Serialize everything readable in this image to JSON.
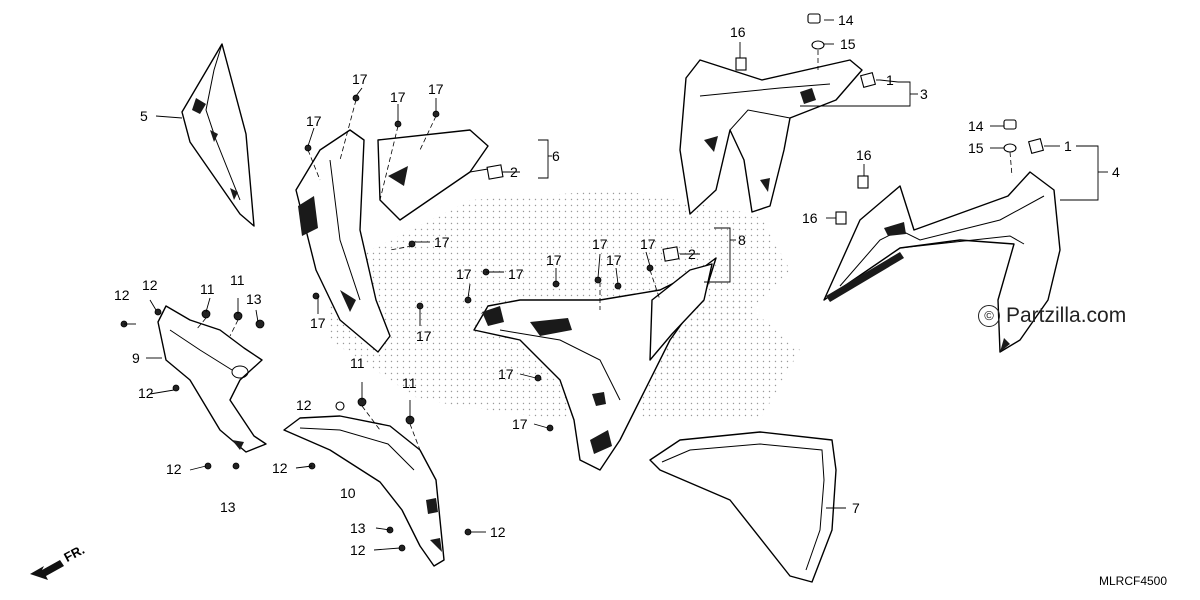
{
  "watermark": "Partzilla.com",
  "copyright_symbol": "©",
  "diagram_code": "MLRCF4500",
  "front_indicator": "FR.",
  "callouts": [
    {
      "id": "c5",
      "text": "5"
    },
    {
      "id": "c17a",
      "text": "17"
    },
    {
      "id": "c17b",
      "text": "17"
    },
    {
      "id": "c17c",
      "text": "17"
    },
    {
      "id": "c17d",
      "text": "17"
    },
    {
      "id": "c6",
      "text": "6"
    },
    {
      "id": "c2a",
      "text": "2"
    },
    {
      "id": "c17e",
      "text": "17"
    },
    {
      "id": "c17f",
      "text": "17"
    },
    {
      "id": "c17g",
      "text": "17"
    },
    {
      "id": "c16a",
      "text": "16"
    },
    {
      "id": "c14a",
      "text": "14"
    },
    {
      "id": "c15a",
      "text": "15"
    },
    {
      "id": "c1a",
      "text": "1"
    },
    {
      "id": "c3",
      "text": "3"
    },
    {
      "id": "c14b",
      "text": "14"
    },
    {
      "id": "c1b",
      "text": "1"
    },
    {
      "id": "c15b",
      "text": "15"
    },
    {
      "id": "c4",
      "text": "4"
    },
    {
      "id": "c16b",
      "text": "16"
    },
    {
      "id": "c16c",
      "text": "16"
    },
    {
      "id": "c17h",
      "text": "17"
    },
    {
      "id": "c17i",
      "text": "17"
    },
    {
      "id": "c17j",
      "text": "17"
    },
    {
      "id": "c17k",
      "text": "17"
    },
    {
      "id": "c17l",
      "text": "17"
    },
    {
      "id": "c17m",
      "text": "17"
    },
    {
      "id": "c2b",
      "text": "2"
    },
    {
      "id": "c8",
      "text": "8"
    },
    {
      "id": "c17n",
      "text": "17"
    },
    {
      "id": "c17o",
      "text": "17"
    },
    {
      "id": "c12a",
      "text": "12"
    },
    {
      "id": "c12b",
      "text": "12"
    },
    {
      "id": "c11a",
      "text": "11"
    },
    {
      "id": "c11b",
      "text": "11"
    },
    {
      "id": "c13a",
      "text": "13"
    },
    {
      "id": "c9",
      "text": "9"
    },
    {
      "id": "c12c",
      "text": "12"
    },
    {
      "id": "c11c",
      "text": "11"
    },
    {
      "id": "c11d",
      "text": "11"
    },
    {
      "id": "c12d",
      "text": "12"
    },
    {
      "id": "c12e",
      "text": "12"
    },
    {
      "id": "c12f",
      "text": "12"
    },
    {
      "id": "c13b",
      "text": "13"
    },
    {
      "id": "c10",
      "text": "10"
    },
    {
      "id": "c13c",
      "text": "13"
    },
    {
      "id": "c12g",
      "text": "12"
    },
    {
      "id": "c12h",
      "text": "12"
    },
    {
      "id": "c7",
      "text": "7"
    }
  ]
}
